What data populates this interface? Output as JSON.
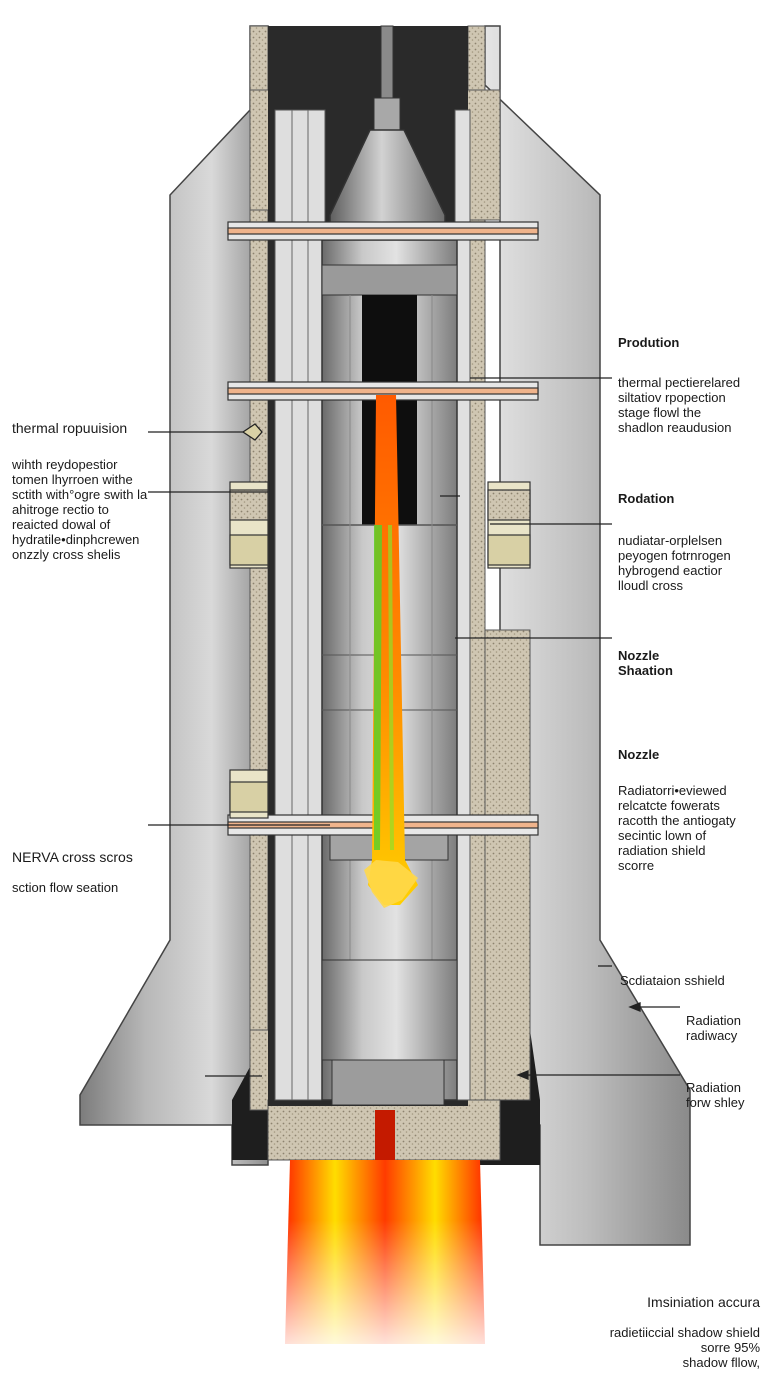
{
  "labels": {
    "production": {
      "heading": "Prodution",
      "body": "thermal pectierelared\nsiltatiov rpopection\nstage flowl the\nshadlon reaudusion"
    },
    "thermal": {
      "heading": "thermal ropuuision",
      "body": "wihth reydopestior\ntomen lhyrroen withe\nsctith with°ogre swith la\nahitroge rectio to\nreaicted dowal of\nhydratile•dinphcrewen\nonzzly cross shelis"
    },
    "rodation": {
      "heading": "Rodation",
      "body": "nudiatar-orplelsen\npeyogen fotrnrogen\nhybrogend eactior\nlloudl cross"
    },
    "nozzle_shadow": {
      "heading": "Nozzle\nShaation",
      "body": ""
    },
    "nozzle": {
      "heading": "Nozzle",
      "body": "Radiatorri•eviewed\nrelcatcte fowerats\nracotth the antiogaty\nsecintic lown of\nradiation shield\nscorre"
    },
    "nerva": {
      "heading": "NERVA cross scros",
      "body": "sction flow seation"
    },
    "shield": {
      "heading": "",
      "body": "Scdiataion sshield"
    },
    "radiation1": {
      "heading": "",
      "body": "Radiation\nradiwacy"
    },
    "radiation2": {
      "heading": "",
      "body": "Radiation\nforw shley"
    },
    "footer": {
      "heading": "Imsiniation accura",
      "body": "radietiiccial shadow shield\nsorre 95%\nshadow fllow,"
    }
  },
  "colors": {
    "casing": "#9e9e9e",
    "casing_light": "#d6d6d6",
    "casing_dark": "#6f6f6f",
    "shield_texture": "#c9bfa8",
    "core": "#b7b7b7",
    "plume_orange": "#ff6a00",
    "plume_yellow": "#ffe600",
    "plume_green": "#5ccf2a",
    "black": "#0d0d0d"
  }
}
